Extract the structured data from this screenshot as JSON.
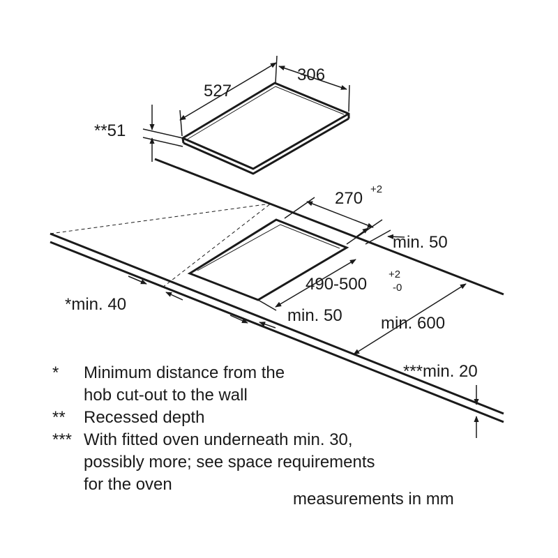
{
  "colors": {
    "line": "#1a1a1a",
    "background": "#ffffff"
  },
  "dimensions": {
    "width_306": "306",
    "depth_527": "527",
    "recess_51": "**51",
    "cutout_270": "270",
    "cutout_270_tol": "+2",
    "cutout_490_500": "490-500",
    "cutout_490_tol_plus": "+2",
    "cutout_490_tol_minus": "-0",
    "back_min_50": "min. 50",
    "front_min_50": "min. 50",
    "side_min_40": "*min. 40",
    "min_600": "min. 600",
    "min_20": "***min. 20"
  },
  "notes": {
    "n1_mark": "*",
    "n1_line1": "Minimum distance from the",
    "n1_line2": "hob cut-out to the wall",
    "n2_mark": "**",
    "n2_line1": "Recessed depth",
    "n3_mark": "***",
    "n3_line1": "With fitted oven underneath min. 30,",
    "n3_line2": "possibly more; see space requirements",
    "n3_line3": "for the oven"
  },
  "units_note": "measurements in mm"
}
